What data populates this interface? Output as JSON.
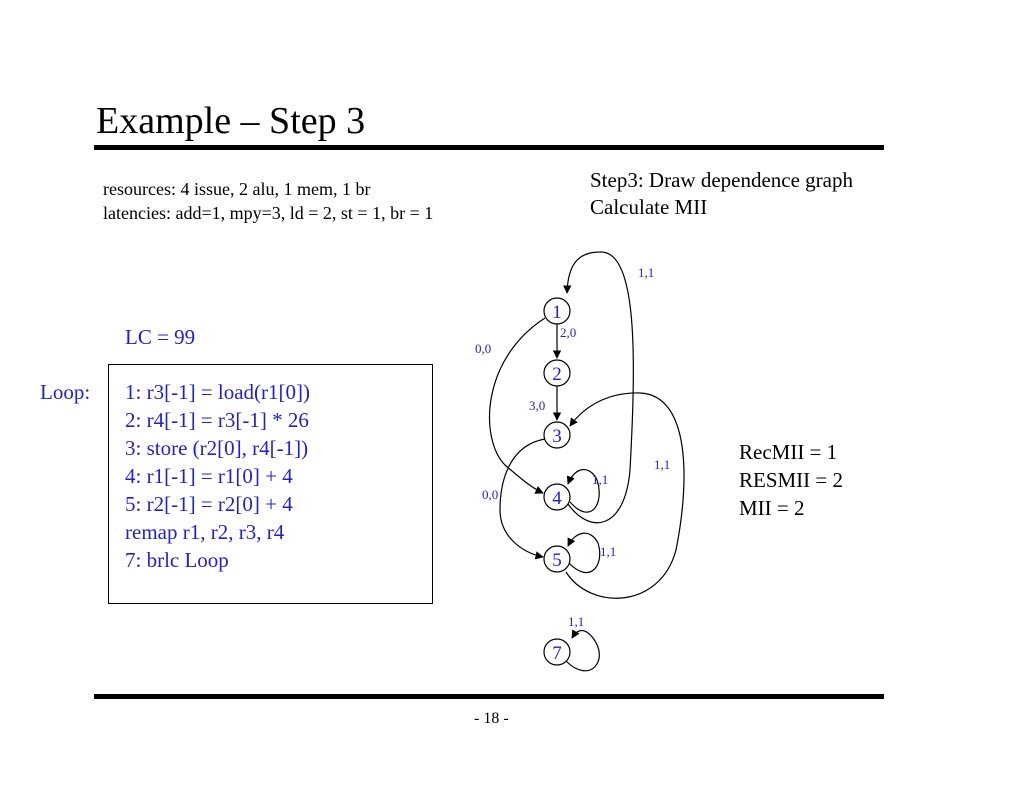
{
  "title": "Example – Step 3",
  "resources": "resources: 4 issue, 2 alu, 1 mem, 1 br",
  "latencies": "latencies: add=1, mpy=3, ld = 2, st = 1, br = 1",
  "step": {
    "line1": "Step3: Draw dependence graph",
    "line2": "Calculate MII"
  },
  "lc": "LC = 99",
  "loop_label": "Loop:",
  "code": [
    "1: r3[-1] = load(r1[0])",
    "2: r4[-1] = r3[-1] * 26",
    "3: store (r2[0], r4[-1])",
    "4: r1[-1] = r1[0] + 4",
    "5: r2[-1] = r2[0] + 4",
    "remap r1, r2, r3, r4",
    "7: brlc Loop"
  ],
  "mii": {
    "recmii": "RecMII = 1",
    "resmii": "RESMII = 2",
    "mii": "MII = 2"
  },
  "graph": {
    "nodes": [
      "1",
      "2",
      "3",
      "4",
      "5",
      "7"
    ],
    "edges": [
      {
        "from": "1",
        "to": "2",
        "label": "2,0"
      },
      {
        "from": "2",
        "to": "3",
        "label": "3,0"
      },
      {
        "from": "1",
        "to": "4",
        "label": "0,0"
      },
      {
        "from": "3",
        "to": "5",
        "label": "0,0"
      },
      {
        "from": "4",
        "to": "1",
        "label": "1,1"
      },
      {
        "from": "5",
        "to": "3",
        "label": "1,1"
      },
      {
        "from": "4",
        "to": "4",
        "label": "1,1"
      },
      {
        "from": "5",
        "to": "5",
        "label": "1,1"
      },
      {
        "from": "7",
        "to": "7",
        "label": "1,1"
      }
    ]
  },
  "page_number": "- 18 -",
  "colors": {
    "accent": "#1f1fd6",
    "text": "#000000"
  }
}
